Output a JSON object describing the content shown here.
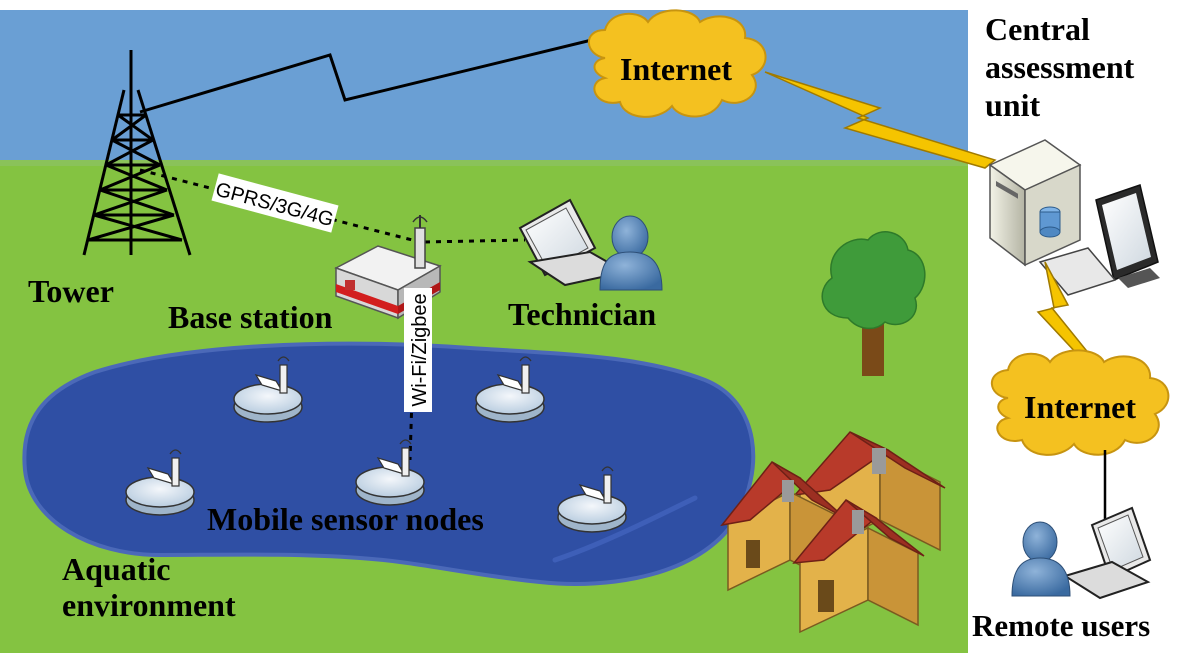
{
  "labels": {
    "tower": "Tower",
    "base_station": "Base station",
    "technician": "Technician",
    "mobile_sensor_nodes": "Mobile sensor nodes",
    "aquatic_line1": "Aquatic",
    "aquatic_line2": "environment",
    "central_line1": "Central",
    "central_line2": "assessment",
    "central_line3": "unit",
    "remote_users": "Remote users"
  },
  "clouds": {
    "top": "Internet",
    "right": "Internet"
  },
  "links": {
    "cellular": "GPRS/3G/4G",
    "local": "Wi-Fi/Zigbee"
  },
  "colors": {
    "sky": "#6a9fd4",
    "grass": "#84c341",
    "lake": "#2f4fa4",
    "cloud": "#f4c120",
    "lightning": "#f5c400",
    "roof": "#b83a2a",
    "wall": "#e3b24a"
  },
  "icons": [
    "tower-icon",
    "base-station-icon",
    "laptop-icon",
    "person-icon",
    "sensor-node-icon",
    "tree-icon",
    "house-icon",
    "server-icon",
    "monitor-icon",
    "cloud-icon",
    "lightning-icon"
  ]
}
